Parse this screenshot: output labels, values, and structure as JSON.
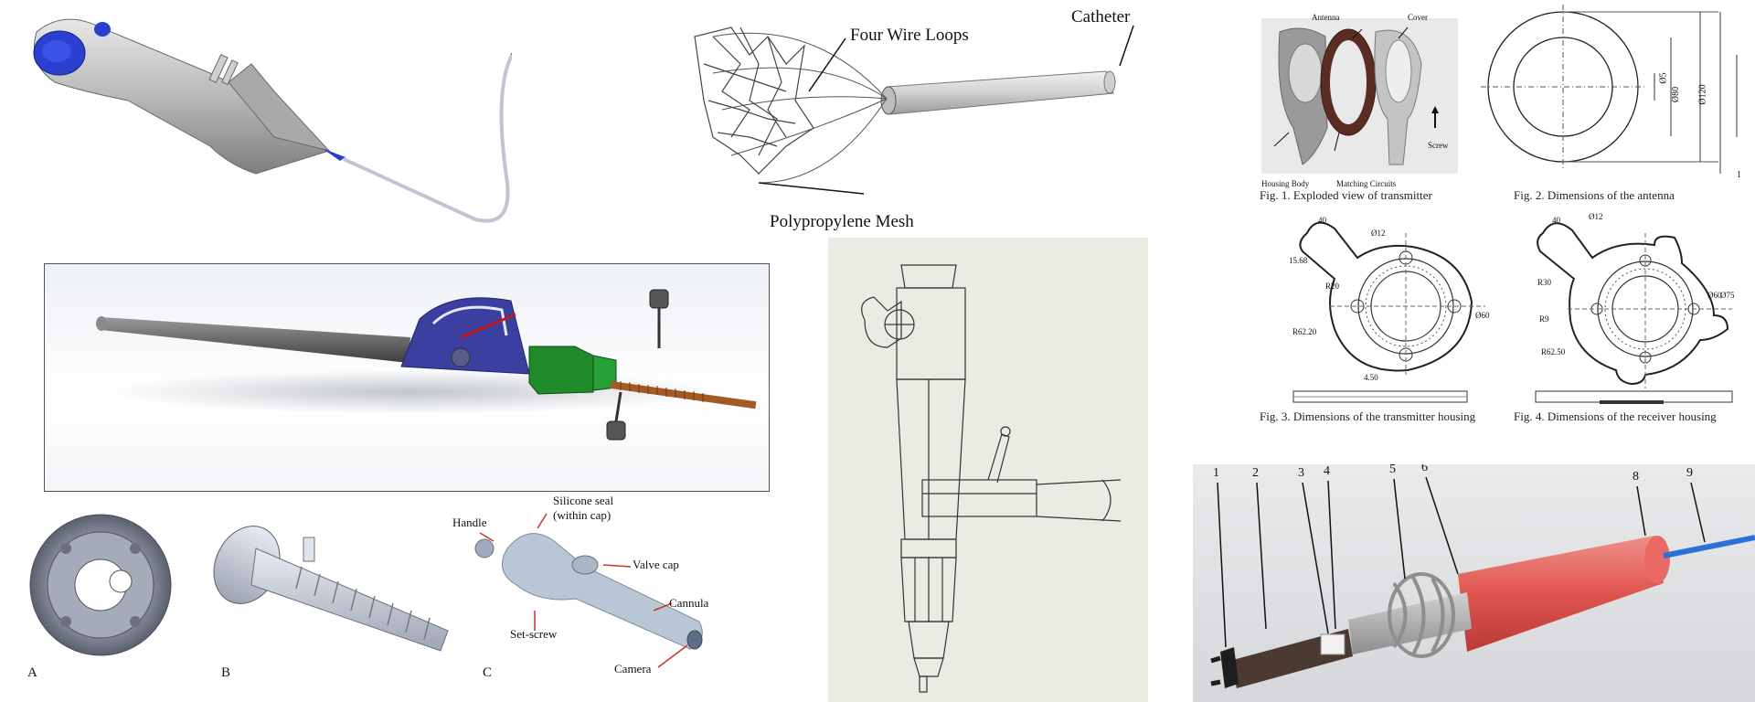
{
  "catheter_panel": {
    "four_wire_loops": "Four Wire Loops",
    "catheter": "Catheter",
    "polypropylene_mesh": "Polypropylene Mesh"
  },
  "transmitter_panel": {
    "antenna": "Antenna",
    "cover": "Cover",
    "screw": "Screw",
    "housing_body": "Housing Body",
    "matching_circuits": "Matching Circuits",
    "fig1": "Fig. 1. Exploded view of transmitter",
    "fig2": "Fig. 2. Dimensions of the antenna",
    "fig3": "Fig. 3. Dimensions of the transmitter housing",
    "fig4": "Fig. 4. Dimensions of the receiver housing",
    "dims_fig2": [
      "Ø5",
      "Ø80",
      "Ø120",
      "1"
    ],
    "dims_fig3": [
      "40",
      "Ø12",
      "15.68",
      "R20",
      "Ø60",
      "R62.20",
      "4.50"
    ],
    "dims_fig4": [
      "40",
      "Ø12",
      "R30",
      "R9",
      "R62.50",
      "Ø75",
      "Ø60"
    ]
  },
  "port_panel": {
    "a": "A",
    "b": "B",
    "c": "C",
    "handle": "Handle",
    "silicone_seal": "Silicone seal\n(within cap)",
    "silicone_seal_1": "Silicone seal",
    "silicone_seal_2": "(within cap)",
    "valve_cap": "Valve cap",
    "cannula": "Cannula",
    "set_screw": "Set-screw",
    "camera": "Camera"
  },
  "render_panel": {
    "numbers": [
      "1",
      "2",
      "3",
      "4",
      "5",
      "6",
      "8",
      "9"
    ]
  },
  "colors": {
    "blue_accent": "#2b3fd0",
    "purple_arc": "#3a3fa0",
    "green_block": "#1f8a2a",
    "red_tube": "#e0544f",
    "blue_wire": "#2c6fd6"
  }
}
